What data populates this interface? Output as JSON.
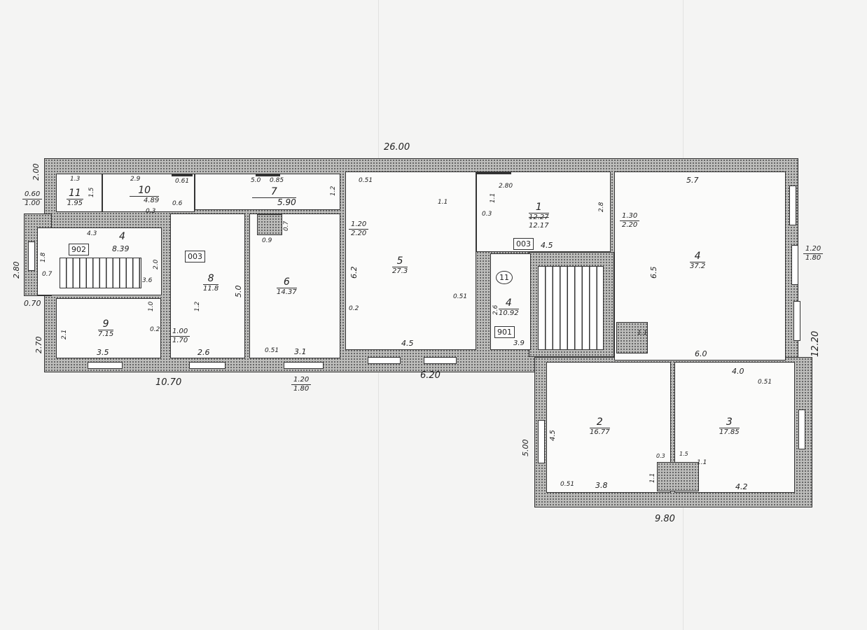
{
  "plan": {
    "rooms": [
      {
        "id": "1",
        "area": "12.27",
        "area_corrected": "12.17"
      },
      {
        "id": "2",
        "area": "16.77"
      },
      {
        "id": "3",
        "area": "17.85"
      },
      {
        "id": "4",
        "area": "37.2"
      },
      {
        "id": "4",
        "area": "10.92"
      },
      {
        "id": "4",
        "area": "8.39"
      },
      {
        "id": "5",
        "area": "27.3"
      },
      {
        "id": "6",
        "area": "14.37"
      },
      {
        "id": "7",
        "area": "5.90"
      },
      {
        "id": "8",
        "area": "11.8"
      },
      {
        "id": "9",
        "area": "7.15"
      },
      {
        "id": "10",
        "area": "4.89"
      },
      {
        "id": "11",
        "area": "1.95"
      }
    ],
    "tags": [
      "902",
      "003",
      "003",
      "901",
      "11"
    ],
    "overall": {
      "top": "26.00",
      "bottom_left": "10.70",
      "bottom_mid": "6.20",
      "bottom_right": "9.80",
      "right": "12.20",
      "left": "2.80",
      "wing_left": "5.00"
    },
    "dims": [
      "2.00",
      "0.70",
      "2.70",
      "1.3",
      "1.5",
      "2.9",
      "0.61",
      "5.0",
      "0.85",
      "1.2",
      "0.51",
      "0.6",
      "0.3",
      "4.3",
      "1.8",
      "0.7",
      "3.6",
      "2.0",
      "1.0",
      "0.2",
      "2.1",
      "3.5",
      "2.6",
      "5.0",
      "0.51",
      "3.1",
      "0.9",
      "0.7",
      "6.2",
      "0.2",
      "4.5",
      "1.1",
      "1.1",
      "2.80",
      "0.3",
      "4.5",
      "2.8",
      "0.51",
      "2.6",
      "3.9",
      "5.7",
      "6.5",
      "1.1",
      "6.0",
      "4.0",
      "0.51",
      "4.5",
      "0.51",
      "3.8",
      "0.3",
      "1.5",
      "1.1",
      "1.1",
      "4.2",
      "1.2"
    ],
    "openings": [
      {
        "top": "0.60",
        "bottom": "1.00"
      },
      {
        "top": "1.20",
        "bottom": "1.80"
      },
      {
        "top": "1.20",
        "bottom": "2.20"
      },
      {
        "top": "1.30",
        "bottom": "2.20"
      },
      {
        "top": "1.20",
        "bottom": "1.80"
      },
      {
        "top": "1.00",
        "bottom": "1.70"
      }
    ]
  }
}
